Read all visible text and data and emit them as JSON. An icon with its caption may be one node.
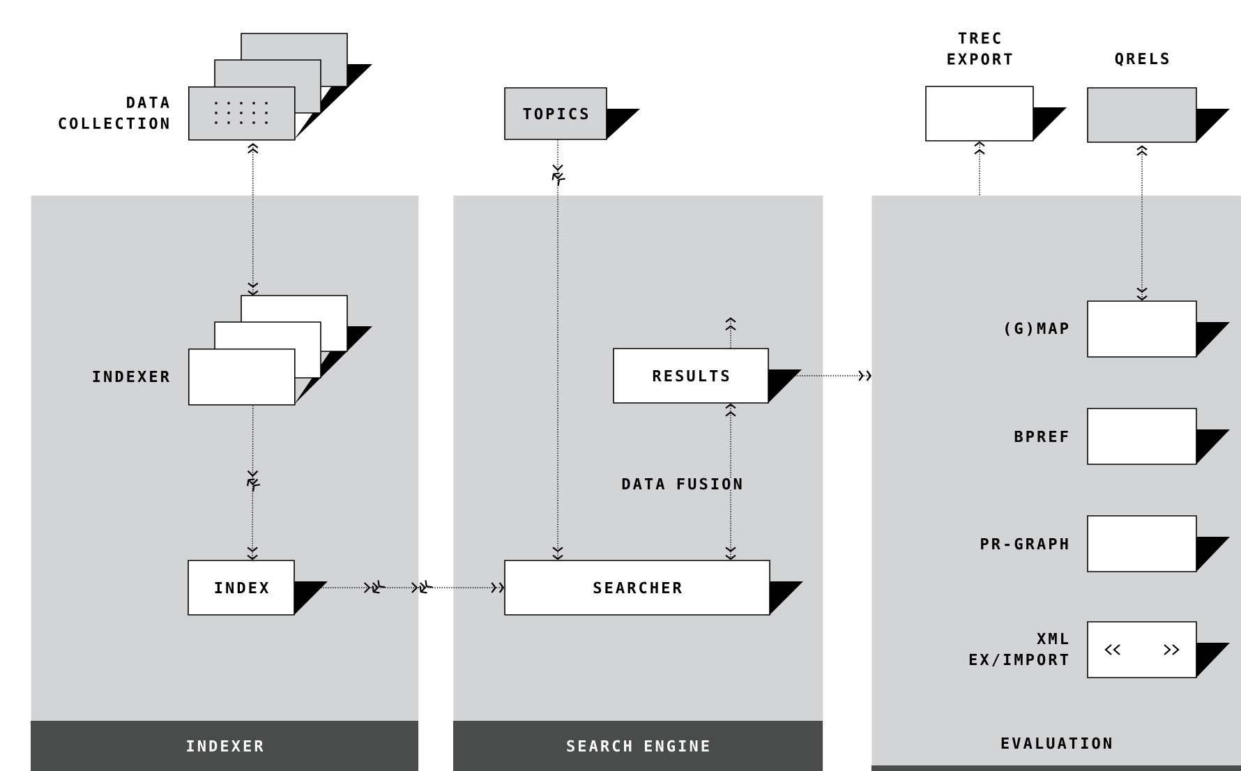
{
  "diagram": {
    "nodes": [
      {
        "text": [
          "INDEXER"
        ]
      },
      {
        "text": [
          "SEARCH ENGINE"
        ]
      },
      {
        "text": [
          "EVALUATION"
        ]
      },
      {
        "text": [
          "DATA COLLECTION"
        ]
      },
      {
        "text": [
          "INDEXER"
        ],
        "in": 0
      },
      {
        "text": [
          "INDEX"
        ],
        "in": 0
      },
      {
        "text": [
          "TOPICS"
        ]
      },
      {
        "text": [
          "RESULTS"
        ],
        "in": 1
      },
      {
        "text": [
          "SEARCHER"
        ],
        "in": 1
      },
      {
        "text": [
          "TREC EXPORT"
        ]
      },
      {
        "text": [
          "QRELS"
        ]
      },
      {
        "text": [
          "(G)MAP"
        ],
        "in": 2
      },
      {
        "text": [
          "BPREF"
        ],
        "in": 2
      },
      {
        "text": [
          "PR-GRAPH"
        ],
        "in": 2
      },
      {
        "text": [
          "XML EX/IMPORT"
        ],
        "in": 2
      },
      {
        "text": [
          "DATA FUSION"
        ],
        "in": 1
      }
    ],
    "edges": [
      {
        "from": 3,
        "to": 4,
        "arrow": "both"
      },
      {
        "from": 4,
        "to": 5,
        "arrow": "to"
      },
      {
        "from": 5,
        "to": 8,
        "arrow": "to"
      },
      {
        "from": 6,
        "to": 8,
        "arrow": "to"
      },
      {
        "from": 15,
        "to": 8,
        "arrow": "to"
      },
      {
        "from": 15,
        "to": 7,
        "arrow": "to"
      },
      {
        "from": 7,
        "to": null,
        "arrow": "to"
      },
      {
        "from": 7,
        "to": 2,
        "arrow": "to"
      },
      {
        "from": 2,
        "to": 9,
        "arrow": "to"
      },
      {
        "from": 10,
        "to": 11,
        "arrow": "both"
      }
    ]
  }
}
